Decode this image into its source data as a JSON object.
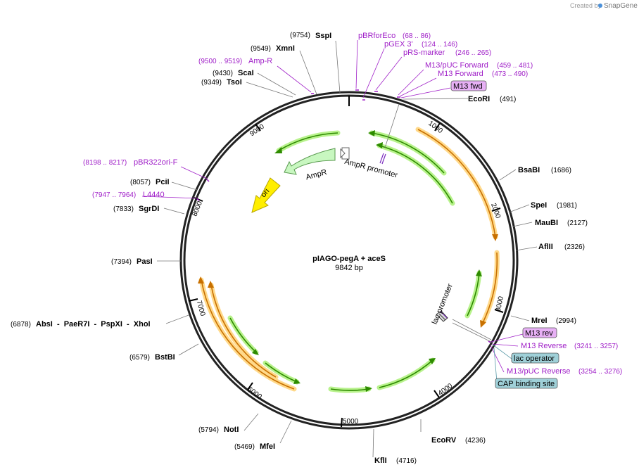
{
  "credit": {
    "prefix": "Created by",
    "brand": "SnapGene"
  },
  "plasmid": {
    "name": "pIAGO-pegA + aceS",
    "length": "9842 bp"
  },
  "ticks": [
    "1000",
    "2000",
    "3000",
    "4000",
    "5000",
    "6000",
    "7000",
    "8000",
    "9000"
  ],
  "sites": [
    {
      "name": "SspI",
      "pos": "(9754)"
    },
    {
      "name": "XmnI",
      "pos": "(9549)"
    },
    {
      "name": "ScaI",
      "pos": "(9430)"
    },
    {
      "name": "TsoI",
      "pos": "(9349)"
    },
    {
      "name": "EcoRI",
      "pos": "(491)"
    },
    {
      "name": "BsaBI",
      "pos": "(1686)"
    },
    {
      "name": "SpeI",
      "pos": "(1981)"
    },
    {
      "name": "MauBI",
      "pos": "(2127)"
    },
    {
      "name": "AflII",
      "pos": "(2326)"
    },
    {
      "name": "MreI",
      "pos": "(2994)"
    },
    {
      "name": "EcoRV",
      "pos": "(4236)"
    },
    {
      "name": "KflI",
      "pos": "(4716)"
    },
    {
      "name": "MfeI",
      "pos": "(5469)"
    },
    {
      "name": "NotI",
      "pos": "(5794)"
    },
    {
      "name": "BstBI",
      "pos": "(6579)"
    },
    {
      "name": "AbsI  -  PaeR7I  -  PspXI  -  XhoI",
      "pos": "(6878)"
    },
    {
      "name": "PasI",
      "pos": "(7394)"
    },
    {
      "name": "SgrDI",
      "pos": "(7833)"
    },
    {
      "name": "PciI",
      "pos": "(8057)"
    }
  ],
  "primers": [
    {
      "name": "pBRforEco",
      "pos": "(68 .. 86)"
    },
    {
      "name": "pGEX 3'",
      "pos": "(124 .. 146)"
    },
    {
      "name": "pRS-marker",
      "pos": "(246 .. 265)"
    },
    {
      "name": "M13/pUC Forward",
      "pos": "(459 .. 481)"
    },
    {
      "name": "M13 Forward",
      "pos": "(473 .. 490)"
    },
    {
      "name": "Amp-R",
      "pos": "(9500 .. 9519)"
    },
    {
      "name": "pBR322ori-F",
      "pos": "(8198 .. 8217)"
    },
    {
      "name": "L4440",
      "pos": "(7947 .. 7964)"
    },
    {
      "name": "M13 Reverse",
      "pos": "(3241 .. 3257)"
    },
    {
      "name": "M13/pUC Reverse",
      "pos": "(3254 .. 3276)"
    }
  ],
  "boxes": {
    "m13fwd": "M13 fwd",
    "m13rev": "M13 rev",
    "lacop": "lac operator",
    "cap": "CAP binding site"
  },
  "features": {
    "ampr": "AmpR",
    "amprpromoter": "AmpR promoter",
    "ori": "ori",
    "lacpromoter": "lac promoter"
  },
  "colors": {
    "orf_arrow": "#2e8b00",
    "orf_halo": "#b8f28c",
    "orange_arrow": "#c87000",
    "orange_halo": "#ffd98a",
    "ampr_fill": "#c8f7c0",
    "ori_fill": "#ffee00",
    "primer": "#a020c8",
    "box_purple": "#e7b0f5",
    "box_teal": "#9fd0d8"
  }
}
